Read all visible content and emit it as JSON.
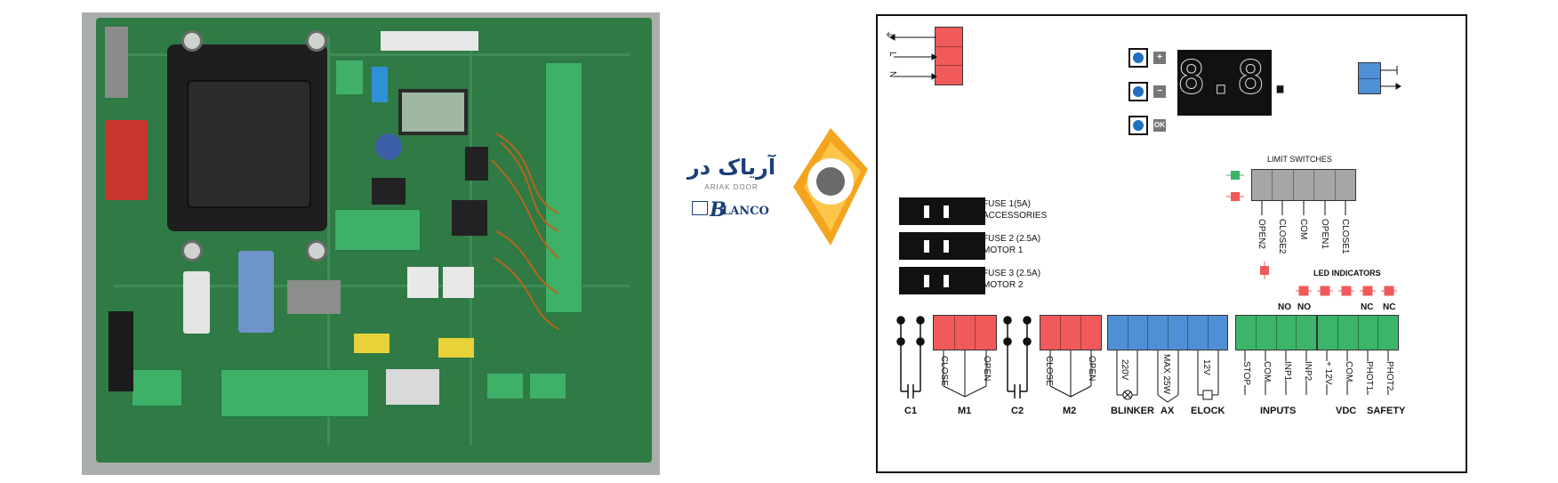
{
  "logo": {
    "brand_fa": "آریاک در",
    "brand_en": "ARIAK DOOR",
    "partner": "LANCO",
    "colors": {
      "orange": "#f4a51f",
      "blue": "#1b3f7a"
    }
  },
  "diagram": {
    "power_labels": [
      "⏚",
      "L",
      "N"
    ],
    "buttons": [
      "+",
      "−",
      "OK"
    ],
    "display": "8.8.",
    "fuses": [
      {
        "line1": "FUSE 1(5A)",
        "line2": "ACCESSORIES"
      },
      {
        "line1": "FUSE 2 (2.5A)",
        "line2": "MOTOR 1"
      },
      {
        "line1": "FUSE 3 (2.5A)",
        "line2": "MOTOR 2"
      }
    ],
    "limit_switches": {
      "title": "LIMIT SWITCHES",
      "pins": [
        "OPEN2",
        "CLOSE2",
        "COM",
        "OPEN1",
        "CLOSE1"
      ]
    },
    "led_indicators": {
      "title": "LED INDICATORS",
      "status": [
        "NO",
        "NO",
        "NC",
        "NC"
      ]
    },
    "terminals": {
      "m1": [
        "CLOSE",
        "OPEN"
      ],
      "m2": [
        "CLOSE",
        "OPEN"
      ],
      "aux": [
        "220V",
        "MAX 25W",
        "12V"
      ],
      "inputs": [
        "STOP",
        "COM",
        "INP1",
        "INP2"
      ],
      "vdc_safety": [
        "+ 12V",
        "COM",
        "PHOT1",
        "PHOT2"
      ]
    },
    "bottom_labels": [
      "C1",
      "M1",
      "C2",
      "M2",
      "BLINKER",
      "AX",
      "ELOCK",
      "INPUTS",
      "VDC",
      "SAFETY"
    ],
    "colors": {
      "red": "#f05a5a",
      "blue": "#4f8fd6",
      "green": "#3cb56a",
      "gray": "#a6a6a6"
    }
  }
}
